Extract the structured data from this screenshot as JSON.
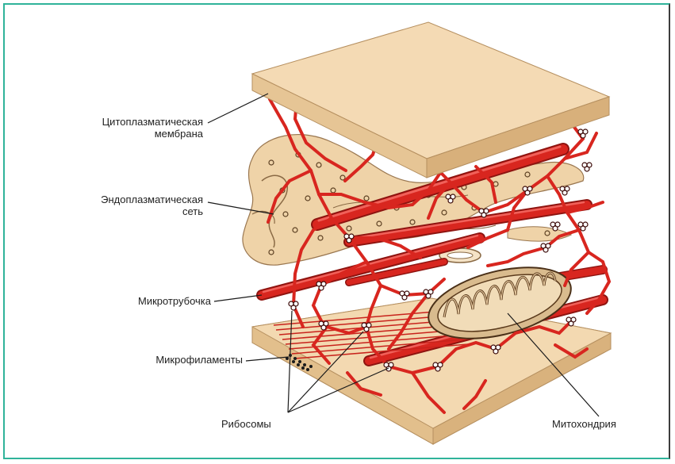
{
  "labels": {
    "membrane_line1": "Цитоплазматическая",
    "membrane_line2": "мембрана",
    "er_line1": "Эндоплазматическая",
    "er_line2": "сеть",
    "microtubule": "Микротрубочка",
    "microfilaments": "Микрофиламенты",
    "ribosomes": "Рибосомы",
    "mitochondrion": "Митохондрия"
  },
  "colors": {
    "frame_left": "#2fb39a",
    "frame_right": "#3d3d3d",
    "membrane": "#f3d9b1",
    "membrane_edge": "#c9a97d",
    "filament": "#d8261f",
    "filament_dark": "#8e1410",
    "er": "#e8cba0",
    "mitochondrion": "#d8b98c"
  }
}
